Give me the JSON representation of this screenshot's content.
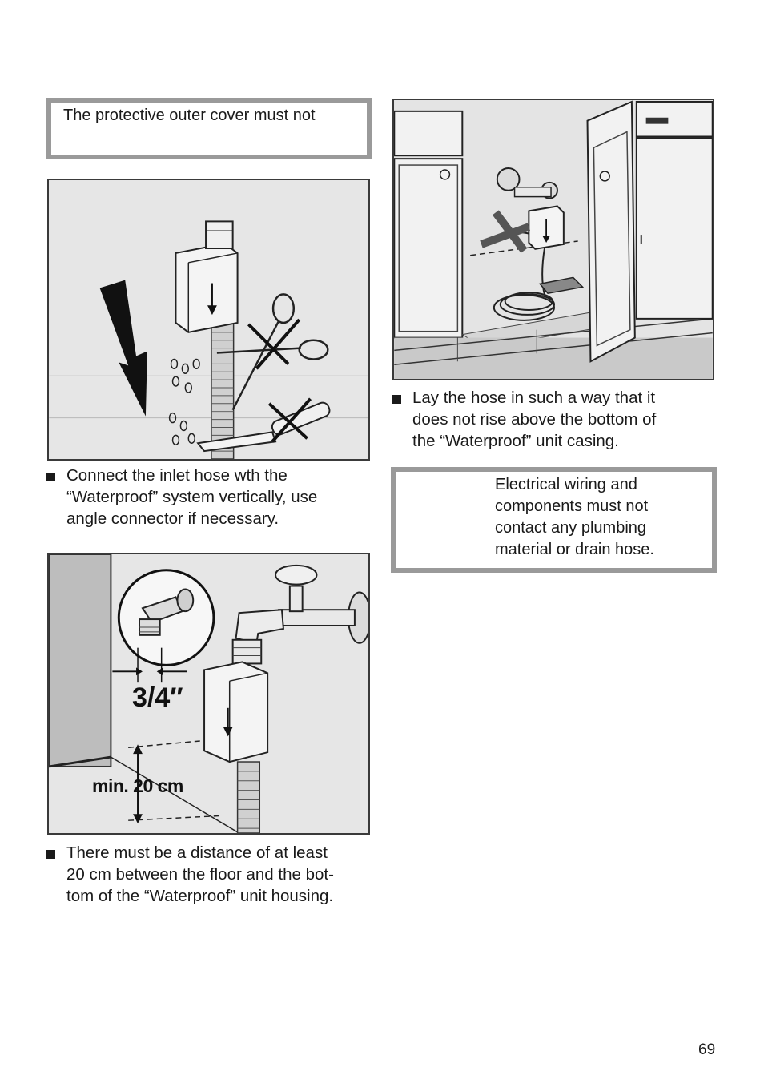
{
  "notices": {
    "cover": "The protective outer cover must not",
    "wiring": [
      "Electrical wiring and",
      "components must not",
      "contact any plumbing",
      "material or drain hose."
    ]
  },
  "instructions": {
    "vertical": [
      "Connect the inlet hose wth the",
      "“Waterproof” system vertically, use",
      "angle connector if necessary."
    ],
    "distance": [
      "There must be a distance of at least",
      "20 cm between the floor and the bot-",
      "tom of the “Waterproof” unit housing."
    ],
    "lay_hose": [
      "Lay the hose in such a way that it",
      "does not rise above the bottom of",
      "the “Waterproof” unit casing."
    ]
  },
  "figure_labels": {
    "thread_size": "3/4″",
    "min_height": "min. 20 cm"
  },
  "page_number": "69"
}
